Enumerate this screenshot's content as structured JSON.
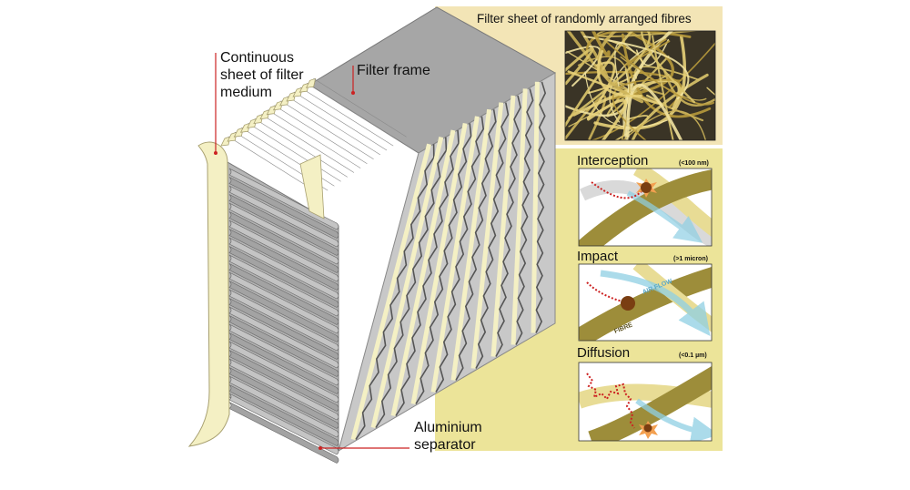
{
  "labels": {
    "continuous_sheet": [
      "Continuous",
      "sheet of filter",
      "medium"
    ],
    "filter_frame": "Filter frame",
    "aluminium_separator": [
      "Aluminium",
      "separator"
    ]
  },
  "fibre_panel": {
    "title": "Filter sheet of randomly arranged fibres"
  },
  "mechanisms": [
    {
      "name": "Interception",
      "size": "(<100 nm)"
    },
    {
      "name": "Impact",
      "size": "(>1 micron)",
      "airflow_tag": "AIR FLOW",
      "fibre_tag": "FIBRE"
    },
    {
      "name": "Diffusion",
      "size": "(<0.1 µm)"
    }
  ],
  "colors": {
    "panel_bg": "#f3e5b6",
    "mech_bg": "#ece499",
    "fibre_olive": "#9d8d3a",
    "fibre_light": "#e8dc95",
    "filter_medium": "#f4f0c4",
    "aluminium": "#a9a9a9",
    "pointer": "#cc2222",
    "particle": "#7a3e12",
    "airflow": "#8fd0e4"
  }
}
